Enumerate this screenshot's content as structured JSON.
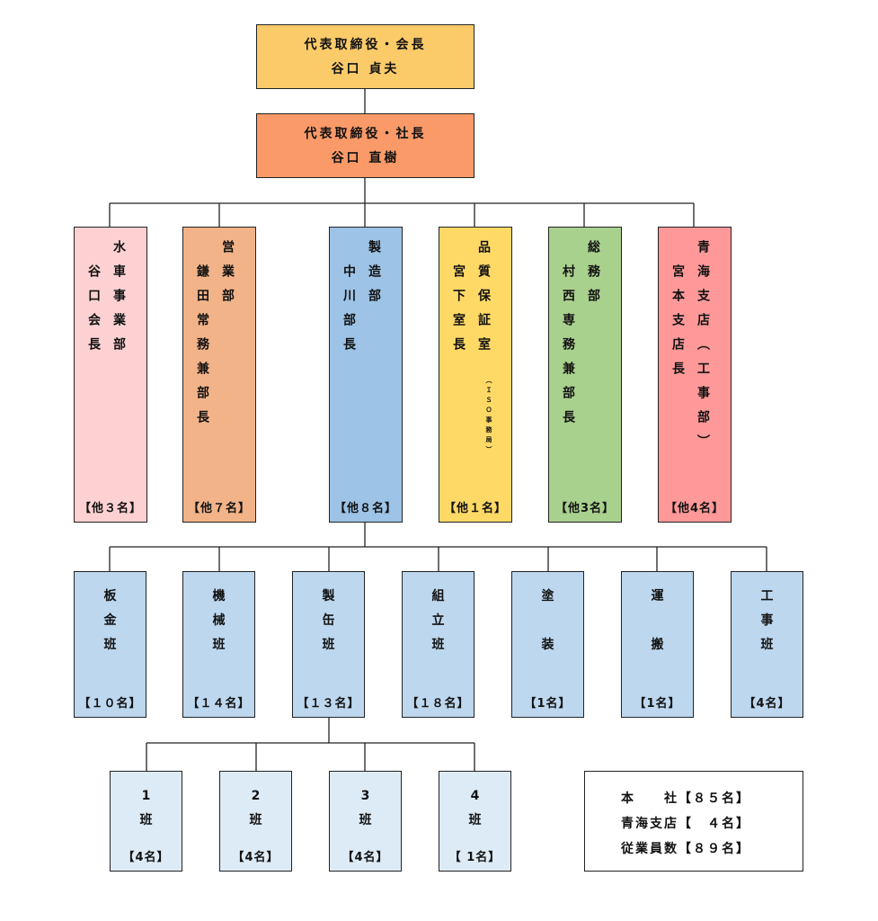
{
  "chairman": {
    "title": "代表取締役・会長",
    "name": "谷口 貞夫",
    "color": "#FBCB6A"
  },
  "president": {
    "title": "代表取締役・社長",
    "name": "谷口 直樹",
    "color": "#F99A68"
  },
  "departments": [
    {
      "col1": "水車事業部",
      "col2": "谷口会長",
      "count": "【他３名】",
      "color": "#FDD1D2"
    },
    {
      "col1": "営業部",
      "col2": "鎌田常務兼部長",
      "count": "【他７名】",
      "color": "#F2B389"
    },
    {
      "col1": "製造部",
      "col2": "中川部長",
      "count": "【他８名】",
      "color": "#9DC3E6"
    },
    {
      "col1": "品質保証室",
      "col_small": "（ＩＳＯ事務局）",
      "col2": "宮下室長",
      "count": "【他１名】",
      "color": "#FFD966"
    },
    {
      "col1": "総務部",
      "col2": "村西専務兼部長",
      "count": "【他3名】",
      "color": "#A9D18E"
    },
    {
      "col1": "青海支店（工事部）",
      "col2": "宮本支店長",
      "count": "【他4名】",
      "color": "#FF9999"
    }
  ],
  "teams": [
    {
      "label": [
        "板",
        "金",
        "班"
      ],
      "count": "【１０名】"
    },
    {
      "label": [
        "機",
        "械",
        "班"
      ],
      "count": "【１４名】"
    },
    {
      "label": [
        "製",
        "缶",
        "班"
      ],
      "count": "【１３名】"
    },
    {
      "label": [
        "組",
        "立",
        "班"
      ],
      "count": "【１８名】"
    },
    {
      "label": [
        "塗",
        "",
        "装"
      ],
      "count": "【1名】"
    },
    {
      "label": [
        "運",
        "",
        "搬"
      ],
      "count": "【1名】"
    },
    {
      "label": [
        "工",
        "事",
        "班"
      ],
      "count": "【4名】"
    }
  ],
  "team_color": "#BDD7EE",
  "subteams": [
    {
      "label": [
        "1",
        "班"
      ],
      "count": "【4名】"
    },
    {
      "label": [
        "2",
        "班"
      ],
      "count": "【4名】"
    },
    {
      "label": [
        "3",
        "班"
      ],
      "count": "【4名】"
    },
    {
      "label": [
        "4",
        "班"
      ],
      "count": "【 1名】"
    }
  ],
  "subteam_color": "#DDEBF7",
  "summary": [
    {
      "label": "本　　社",
      "value": "【８５名】"
    },
    {
      "label": "青海支店",
      "value": "【　４名】"
    },
    {
      "label": "従業員数",
      "value": "【８９名】"
    }
  ]
}
